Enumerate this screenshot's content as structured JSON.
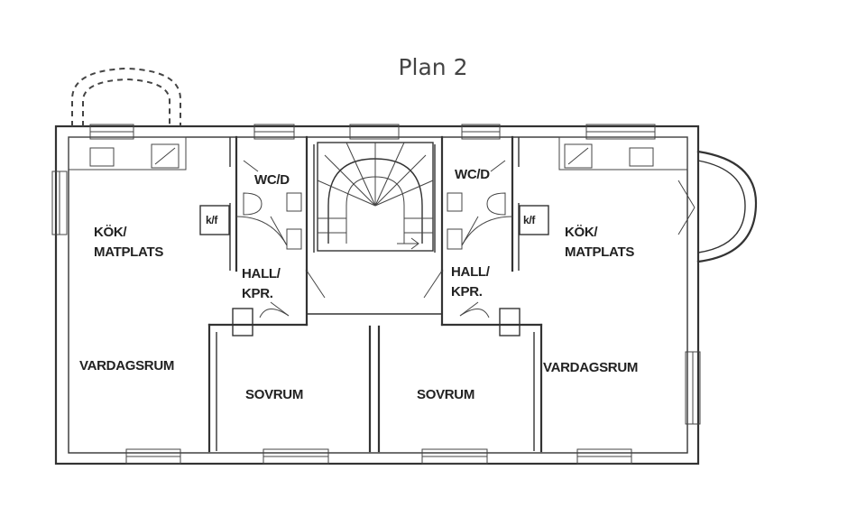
{
  "title": "Plan 2",
  "rooms": {
    "kok_left_1": "KÖK/",
    "kok_left_2": "MATPLATS",
    "kok_right_1": "KÖK/",
    "kok_right_2": "MATPLATS",
    "wc_left": "WC/D",
    "wc_right": "WC/D",
    "kf_left": "k/f",
    "kf_right": "k/f",
    "hall_left_1": "HALL/",
    "hall_left_2": "KPR.",
    "hall_right_1": "HALL/",
    "hall_right_2": "KPR.",
    "vardagsrum_left": "VARDAGSRUM",
    "vardagsrum_right": "VARDAGSRUM",
    "sovrum_left": "SOVRUM",
    "sovrum_right": "SOVRUM"
  }
}
